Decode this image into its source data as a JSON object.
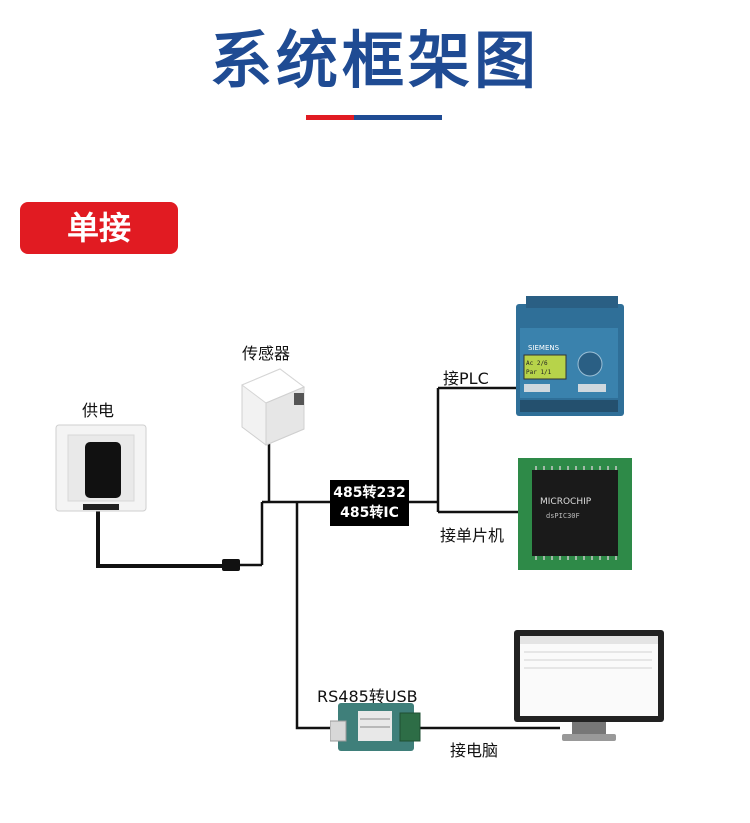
{
  "header": {
    "title": "系统框架图"
  },
  "mode": {
    "label": "单接"
  },
  "nodes": {
    "power": {
      "label": "供电"
    },
    "sensor": {
      "label": "传感器"
    },
    "converter": {
      "line1": "485转232",
      "line2": "485转IC"
    },
    "plc": {
      "label": "接PLC"
    },
    "mcu": {
      "label": "接单片机"
    },
    "usb_converter": {
      "label": "RS485转USB"
    },
    "computer": {
      "label": "接电脑"
    }
  },
  "colors": {
    "title_blue": "#1f4b93",
    "accent_red": "#e11b22",
    "wire": "#111111"
  }
}
